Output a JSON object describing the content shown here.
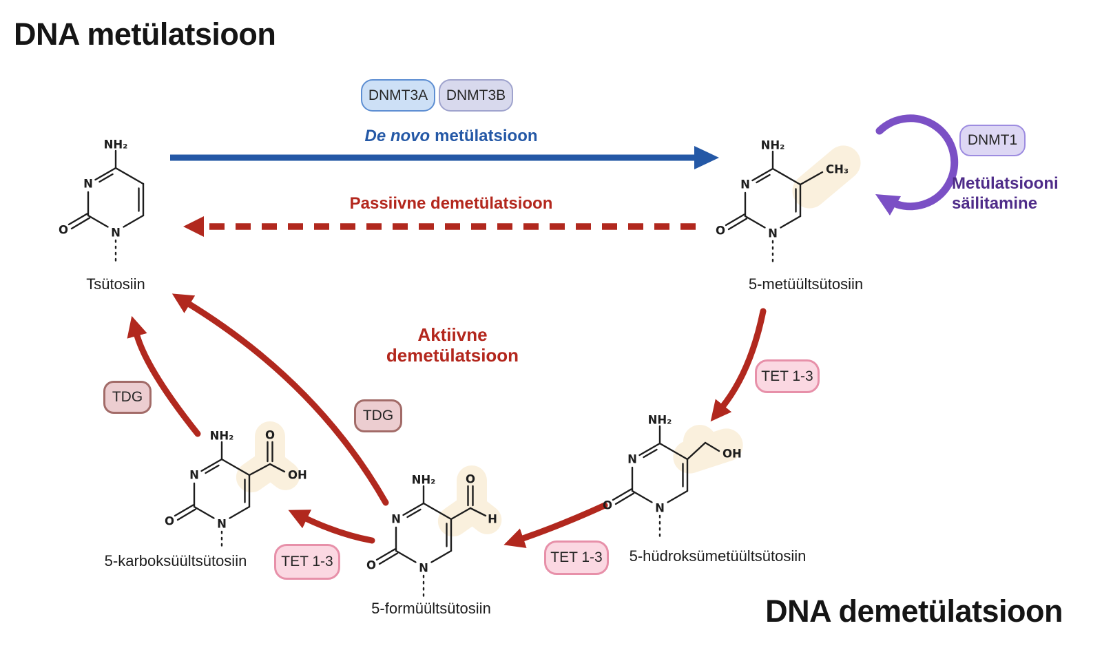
{
  "titles": {
    "methylation": "DNA metülatsioon",
    "demethylation": "DNA demetülatsioon"
  },
  "pathways": {
    "de_novo": {
      "enzymes": [
        "DNMT3A",
        "DNMT3B"
      ],
      "label_em": "De novo",
      "label_rest": "metülatsioon"
    },
    "passive": {
      "label": "Passiivne demetülatsioon"
    },
    "maintenance": {
      "enzyme": "DNMT1",
      "line1": "Metülatsiooni",
      "line2": "säilitamine"
    },
    "active": {
      "line1": "Aktiivne",
      "line2": "demetülatsioon"
    },
    "oxidation": {
      "enzyme": "TET 1-3"
    },
    "excision": {
      "enzyme": "TDG"
    }
  },
  "molecules": {
    "cytosine": {
      "name": "Tsütosiin"
    },
    "five_mc": {
      "name": "5-metüültsütosiin",
      "group": "CH₃"
    },
    "five_hmc": {
      "name": "5-hüdroksümetüültsütosiin",
      "group": "OH"
    },
    "five_fc": {
      "name": "5-formüültsütosiin",
      "group_top": "O",
      "group_side": "H"
    },
    "five_cac": {
      "name": "5-karboksüültsütosiin",
      "group_top": "O",
      "group_side": "OH"
    }
  },
  "atoms": {
    "amine": "NH₂",
    "nitrogen": "N",
    "oxygen": "O"
  },
  "colors": {
    "blue": "#2458a6",
    "red": "#b1281e",
    "red_text": "#b3271d",
    "purple": "#7b50c5",
    "purple_dark": "#4f2c89",
    "ink": "#1d1d1d",
    "hl": "#faf0dd",
    "badge_blue_fill": "#cde0f6",
    "badge_blue_border": "#5d8ed2",
    "badge_lav_fill": "#d8d9ed",
    "badge_lav_border": "#9fa3cd",
    "badge_purple_fill": "#ddd7f4",
    "badge_purple_border": "#9d8ce0",
    "badge_pink_fill": "#fbd8e2",
    "badge_pink_border": "#e790a9",
    "badge_mauve_fill": "#eccdd0",
    "badge_mauve_border": "#a26b68"
  }
}
